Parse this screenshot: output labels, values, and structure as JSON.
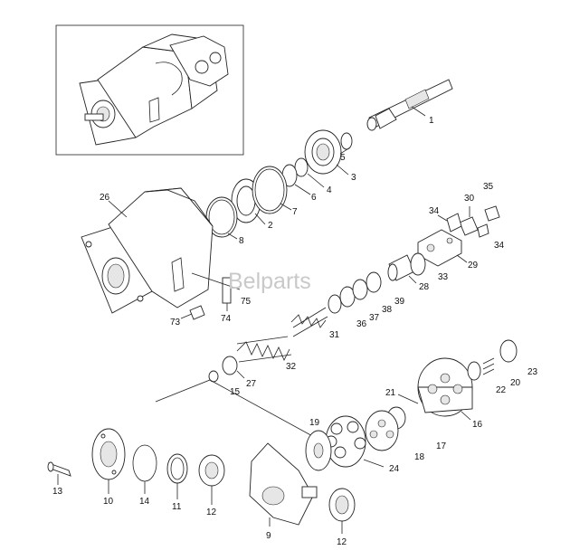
{
  "watermark": "Belparts",
  "callouts": {
    "c1": "1",
    "c2": "2",
    "c3": "3",
    "c4": "4",
    "c5": "5",
    "c6": "6",
    "c7": "7",
    "c8": "8",
    "c9": "9",
    "c10": "10",
    "c11": "11",
    "c12a": "12",
    "c12b": "12",
    "c13": "13",
    "c14": "14",
    "c15": "15",
    "c16": "16",
    "c17": "17",
    "c18": "18",
    "c19": "19",
    "c20": "20",
    "c21": "21",
    "c22": "22",
    "c23": "23",
    "c24": "24",
    "c26": "26",
    "c27": "27",
    "c28": "28",
    "c29": "29",
    "c30": "30",
    "c31": "31",
    "c32": "32",
    "c33": "33",
    "c34a": "34",
    "c34b": "34",
    "c35": "35",
    "c36": "36",
    "c37": "37",
    "c38": "38",
    "c39": "39",
    "c73": "73",
    "c74": "74",
    "c75": "75"
  }
}
